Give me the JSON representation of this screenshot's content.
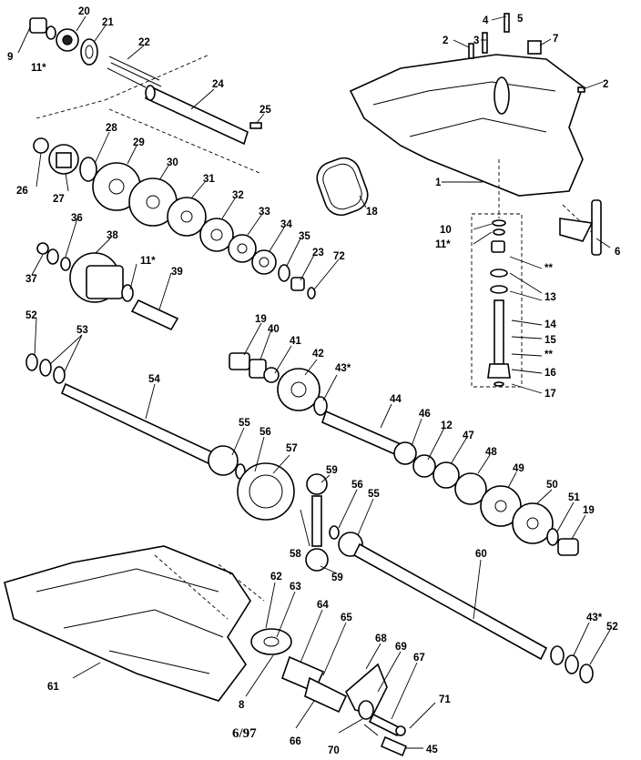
{
  "diagram": {
    "labels": [
      "20",
      "21",
      "22",
      "9",
      "11*",
      "24",
      "25",
      "1",
      "2",
      "3",
      "4",
      "5",
      "7",
      "2",
      "26",
      "27",
      "28",
      "29",
      "30",
      "31",
      "32",
      "33",
      "34",
      "35",
      "23",
      "72",
      "18",
      "36",
      "37",
      "38",
      "11*",
      "39",
      "10",
      "11*",
      "**",
      "13",
      "14",
      "15",
      "**",
      "16",
      "17",
      "6",
      "52",
      "53",
      "54",
      "19",
      "40",
      "41",
      "42",
      "43*",
      "44",
      "46",
      "12",
      "47",
      "48",
      "49",
      "50",
      "51",
      "19",
      "55",
      "56",
      "57",
      "59",
      "56",
      "55",
      "58",
      "59",
      "60",
      "43*",
      "52",
      "62",
      "63",
      "64",
      "65",
      "68",
      "69",
      "67",
      "61",
      "8",
      "66",
      "70",
      "71",
      "45"
    ],
    "footer": "6/97"
  }
}
